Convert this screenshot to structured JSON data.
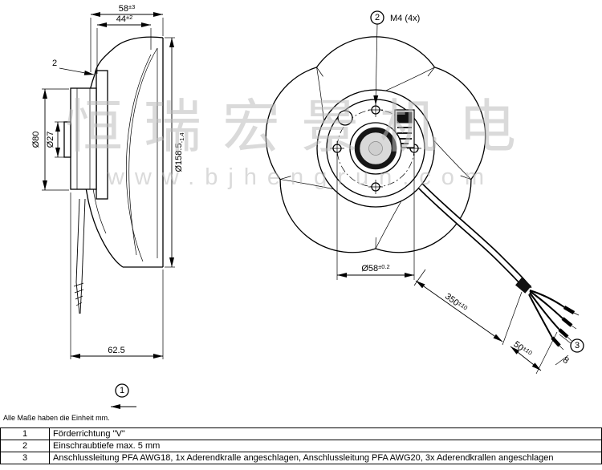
{
  "watermark": {
    "line1": "恒瑞宏景机电",
    "line2": "www.bjhengrun.com"
  },
  "footnote": "Alle Maße haben die Einheit mm.",
  "callouts": {
    "c1": "1",
    "c2": "2",
    "c3": "3"
  },
  "dims": {
    "d58": {
      "v": "58",
      "t": "±3"
    },
    "d44": {
      "v": "44",
      "t": "±2"
    },
    "d2": {
      "v": "2"
    },
    "d80": {
      "v": "Ø80"
    },
    "d27": {
      "v": "Ø27"
    },
    "d158": {
      "v": "Ø158.5",
      "t": "-1.4"
    },
    "d625": {
      "v": "62.5"
    },
    "m4": {
      "v": "M4 (4x)"
    },
    "d58b": {
      "v": "Ø58",
      "t": "±0.2"
    },
    "d350": {
      "v": "350",
      "t": "±10"
    },
    "d50": {
      "v": "50",
      "t": "±10"
    },
    "d8": {
      "v": "8"
    }
  },
  "table": {
    "rows": [
      {
        "num": "1",
        "text": "Förderrichtung \"V\""
      },
      {
        "num": "2",
        "text": "Einschraubtiefe max. 5 mm"
      },
      {
        "num": "3",
        "text": "Anschlussleitung PFA AWG18, 1x Aderendkralle angeschlagen, Anschlussleitung PFA AWG20, 3x Aderendkrallen angeschlagen"
      }
    ]
  }
}
